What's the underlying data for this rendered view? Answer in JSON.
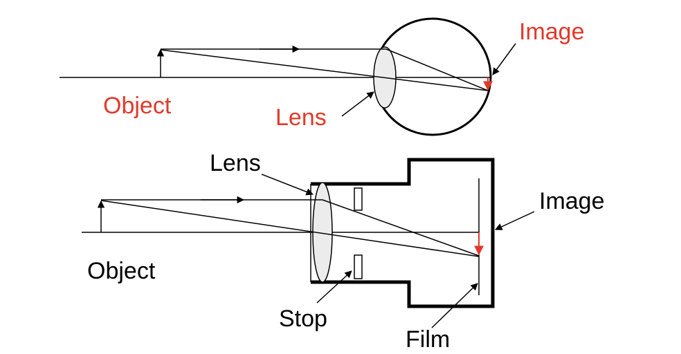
{
  "eye_diagram": {
    "object_label": "Object",
    "lens_label": "Lens",
    "image_label": "Image"
  },
  "camera_diagram": {
    "lens_label": "Lens",
    "image_label": "Image",
    "object_label": "Object",
    "stop_label": "Stop",
    "film_label": "Film"
  },
  "colors": {
    "label_accent": "#e0392b",
    "image_arrow": "#e0392b",
    "line": "#000000"
  }
}
